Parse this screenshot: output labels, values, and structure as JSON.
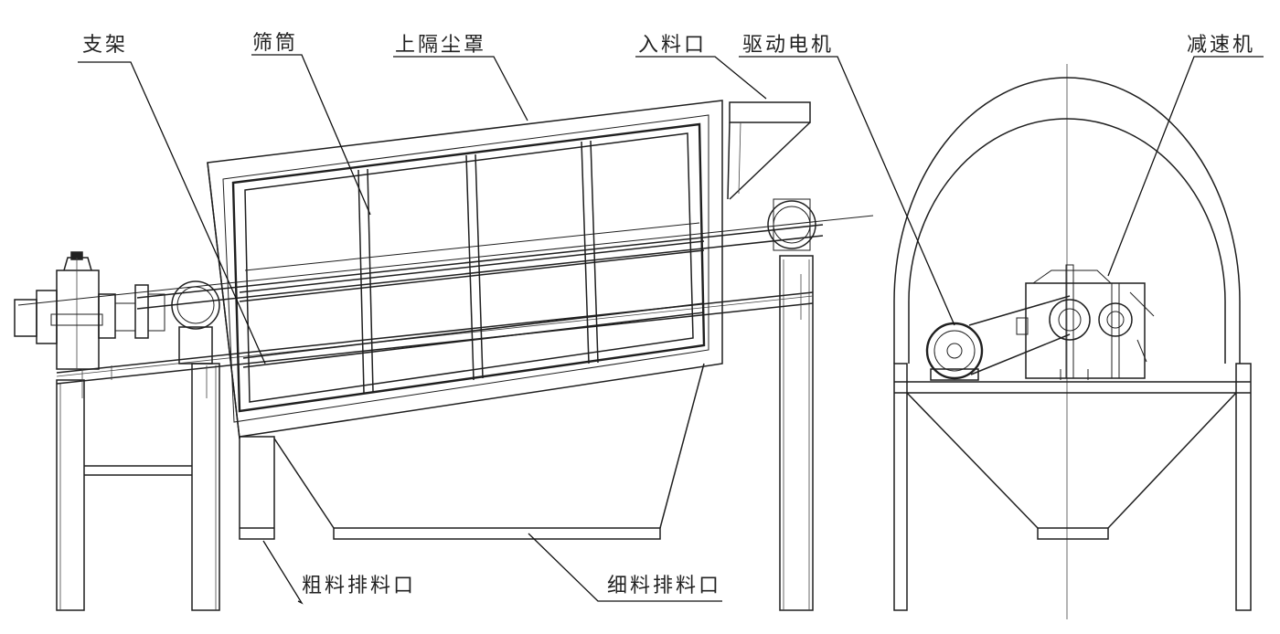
{
  "labels": {
    "support": "支架",
    "screen_drum": "筛筒",
    "dust_cover": "上隔尘罩",
    "feed_inlet": "入料口",
    "drive_motor": "驱动电机",
    "reducer": "减速机",
    "coarse_outlet": "粗料排料口",
    "fine_outlet": "细料排料口"
  },
  "colors": {
    "line": "#1f1f1f",
    "background": "#ffffff"
  }
}
